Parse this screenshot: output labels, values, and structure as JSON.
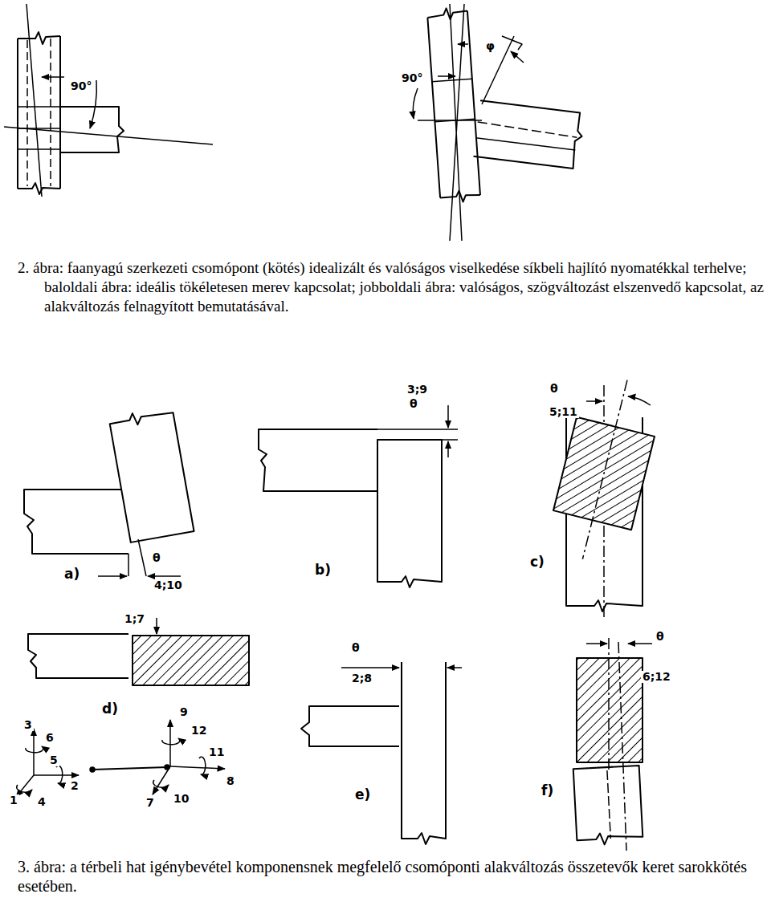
{
  "diagram": {
    "labels": [
      "2. ábra: faanyagú szerkezeti csomópont (kötés) idealizált és valóságos viselkedése síkbeli hajlító nyomatékkal terhelve; baloldali ábra: ideális tökéletesen merev kapcsolat; jobboldali ábra: valóságos, szögváltozást elszenvedő kapcsolat, az alakváltozás felnagyított bemutatásával.",
      "90°",
      "90°",
      "φ",
      "θ",
      "4;10",
      "a)",
      "3;9",
      "θ",
      "b)",
      "θ",
      "5;11",
      "c)",
      "1;7",
      "d)",
      "θ",
      "2;8",
      "e)",
      "θ",
      "6;12",
      "f)",
      "1",
      "2",
      "3",
      "4",
      "5",
      "6",
      "7",
      "8",
      "9",
      "10",
      "11",
      "12",
      "3. ábra: a térbeli hat igénybevétel komponensnek megfelelő csomóponti alakváltozás összetevők keret sarokkötés esetében."
    ]
  }
}
